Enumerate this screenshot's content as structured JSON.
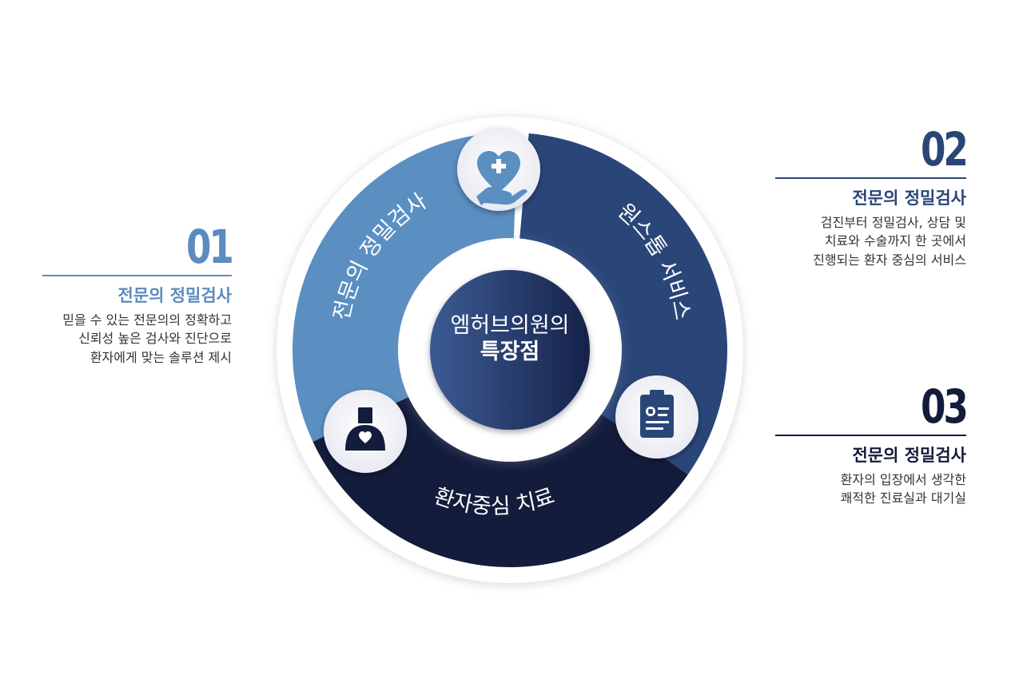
{
  "center": {
    "line1": "엠허브의원의",
    "line2": "특장점"
  },
  "segments": [
    {
      "label": "전문의 정밀검사",
      "color": "#5b8fc2",
      "icon": "heart-hand-icon"
    },
    {
      "label": "원스톱 서비스",
      "color": "#2a4679",
      "icon": "clipboard-icon"
    },
    {
      "label": "환자중심 치료",
      "color": "#141c3c",
      "icon": "doctor-icon"
    }
  ],
  "items": [
    {
      "number": "01",
      "title": "전문의 정밀검사",
      "lines": [
        "믿을 수 있는 전문의의 정확하고",
        "신뢰성 높은 검사와 진단으로",
        "환자에게 맞는 솔루션 제시"
      ],
      "color": "#5b8bbf"
    },
    {
      "number": "02",
      "title": "전문의 정밀검사",
      "lines": [
        "검진부터 정밀검사, 상담 및",
        "치료와 수술까지 한 곳에서",
        "진행되는 환자 중심의 서비스"
      ],
      "color": "#294676"
    },
    {
      "number": "03",
      "title": "전문의 정밀검사",
      "lines": [
        "환자의 입장에서 생각한",
        "쾌적한 진료실과 대기실"
      ],
      "color": "#141c3c"
    }
  ]
}
